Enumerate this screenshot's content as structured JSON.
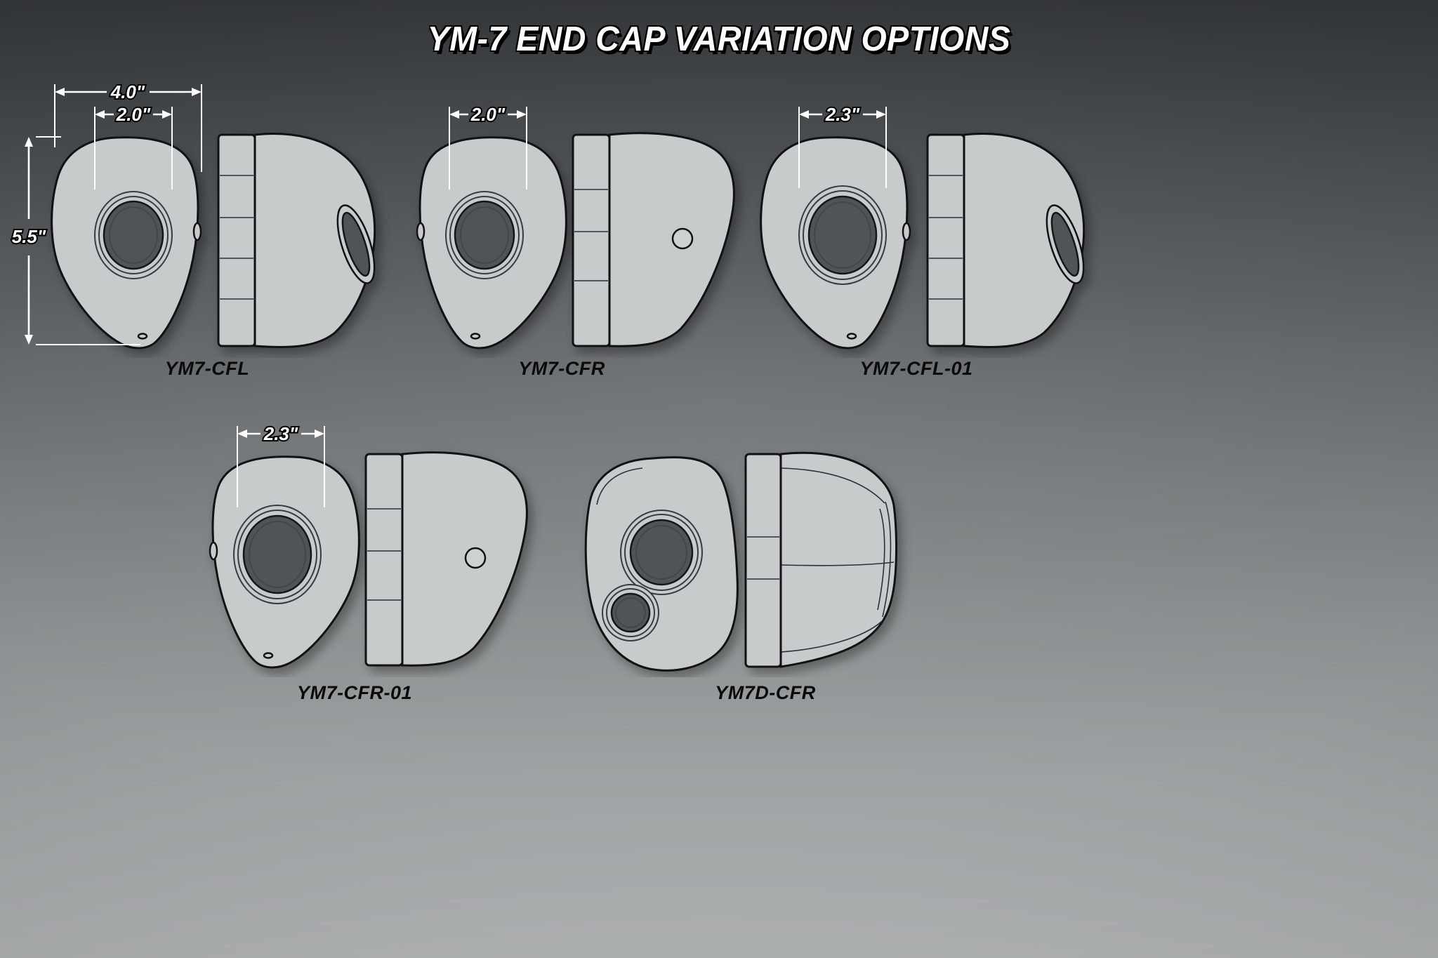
{
  "title": "YM-7 END CAP VARIATION OPTIONS",
  "variants": [
    {
      "label": "YM7-CFL",
      "dims": {
        "overall_width": "4.0\"",
        "opening_width": "2.0\"",
        "overall_height": "5.5\""
      }
    },
    {
      "label": "YM7-CFR",
      "dims": {
        "opening_width": "2.0\""
      }
    },
    {
      "label": "YM7-CFL-01",
      "dims": {
        "opening_width": "2.3\""
      }
    },
    {
      "label": "YM7-CFR-01",
      "dims": {
        "opening_width": "2.3\""
      }
    },
    {
      "label": "YM7D-CFR",
      "dims": {}
    }
  ],
  "colors": {
    "background_top": "#323538",
    "background_bottom": "#b6b9ba",
    "cap_fill": "#c7cbcc",
    "outline": "#101213",
    "opening_fill": "#4f5456",
    "dimension_lines": "#ffffff",
    "title_text": "#ffffff",
    "label_text": "#0a0a0a"
  }
}
